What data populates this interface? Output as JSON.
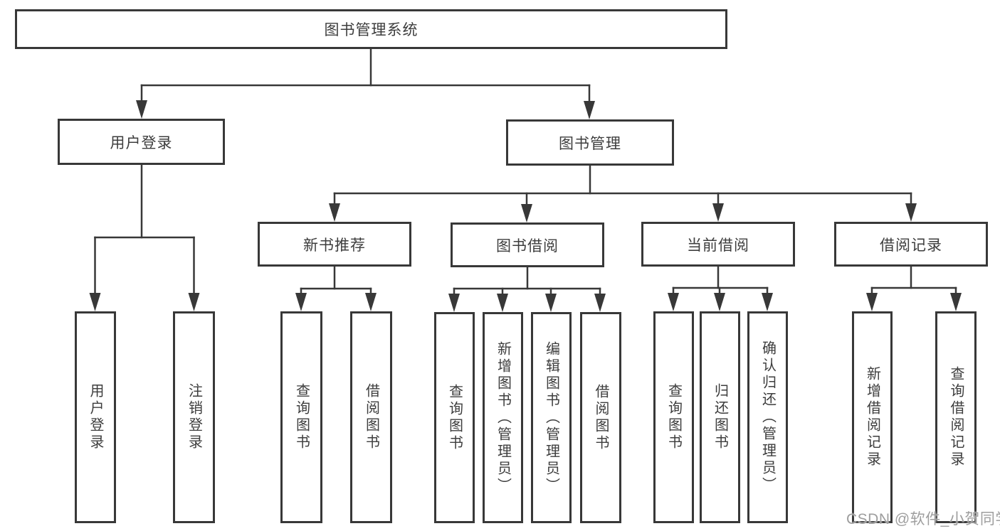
{
  "tree": {
    "label": "图书管理系统",
    "children": [
      {
        "label": "用户登录",
        "children": [
          {
            "label": "用户登录"
          },
          {
            "label": "注销登录"
          }
        ]
      },
      {
        "label": "图书管理",
        "children": [
          {
            "label": "新书推荐",
            "children": [
              {
                "label": "查询图书"
              },
              {
                "label": "借阅图书"
              }
            ]
          },
          {
            "label": "图书借阅",
            "children": [
              {
                "label": "查询图书"
              },
              {
                "label": "新增图书（管理员）"
              },
              {
                "label": "编辑图书（管理员）"
              },
              {
                "label": "借阅图书"
              }
            ]
          },
          {
            "label": "当前借阅",
            "children": [
              {
                "label": "查询图书"
              },
              {
                "label": "归还图书"
              },
              {
                "label": "确认归还（管理员）"
              }
            ]
          },
          {
            "label": "借阅记录",
            "children": [
              {
                "label": "新增借阅记录"
              },
              {
                "label": "查询借阅记录"
              }
            ]
          }
        ]
      }
    ]
  },
  "watermark": {
    "text": "CSDN @软件_小贺同学"
  },
  "colors": {
    "line": "#383838",
    "box_border": "#383838",
    "box_fill": "#ffffff",
    "text": "#3d3d3d",
    "watermark": "#9e9e9e",
    "background": "#ffffff"
  }
}
